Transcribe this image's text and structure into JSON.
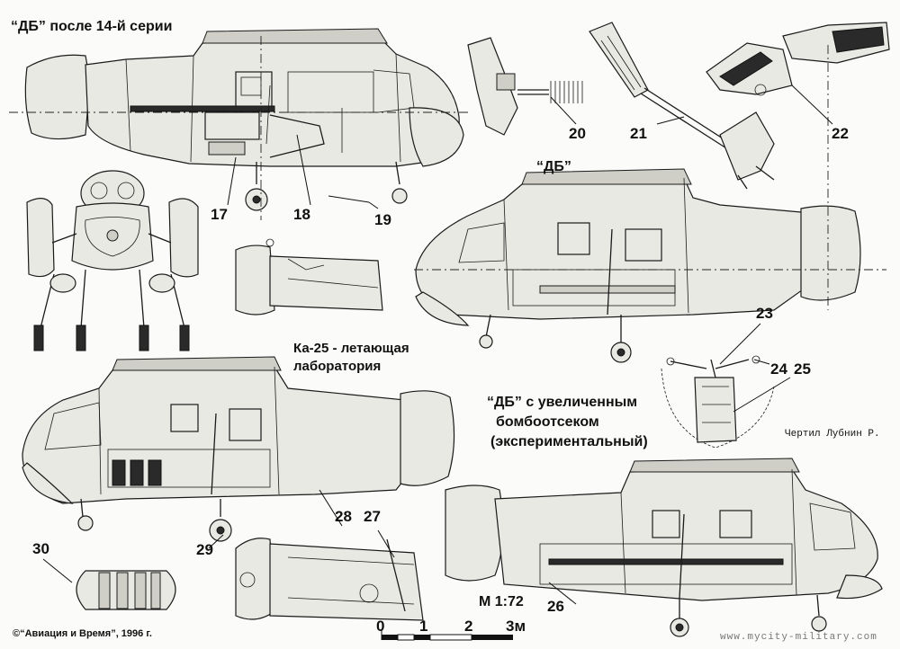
{
  "titles": {
    "db_after_series_14": "“ДБ” после 14-й серии",
    "db": "“ДБ”",
    "ka25_flying_lab": [
      "Ка-25 - летающая",
      "лаборатория"
    ],
    "db_enlarged_bomb_bay": [
      "“ДБ” с увеличенным",
      "бомбоотсеком",
      "(экспериментальный)"
    ]
  },
  "callouts": [
    "17",
    "18",
    "19",
    "20",
    "21",
    "22",
    "23",
    "24",
    "25",
    "26",
    "27",
    "28",
    "29",
    "30"
  ],
  "scale": {
    "ratio": "М 1:72",
    "ticks": [
      "0",
      "1",
      "2",
      "3м"
    ]
  },
  "credits": {
    "drawn_by": "Чертил Лубнин Р.",
    "copyright": "©“Авиация и Время”, 1996 г.",
    "watermark": "www.mycity-military.com"
  },
  "colors": {
    "ink": "#1a1a1a",
    "paper": "#fbfbf9"
  }
}
